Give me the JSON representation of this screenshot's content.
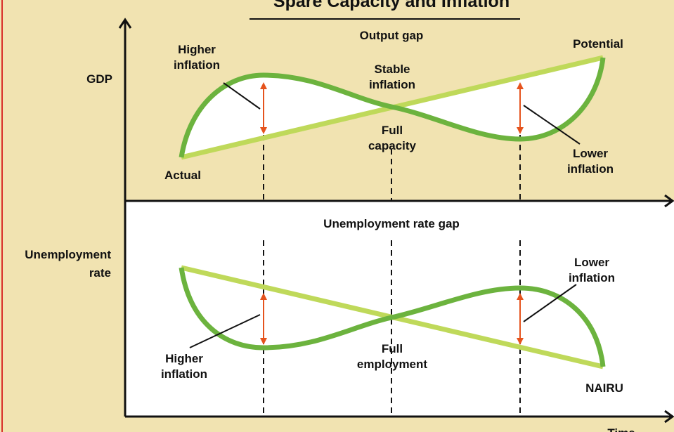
{
  "title": "Spare Capacity and Inflation",
  "colors": {
    "background": "#f1e3b1",
    "actual_curve": "#6cb33e",
    "potential_line": "#bfd95a",
    "gap_arrow": "#e5531d",
    "panel": "#ffffff"
  },
  "top_panel": {
    "heading": "Output gap",
    "y_axis_label": "GDP",
    "labels": {
      "higher_inflation_1": "Higher",
      "higher_inflation_2": "inflation",
      "stable_inflation_1": "Stable",
      "stable_inflation_2": "inflation",
      "full_capacity_1": "Full",
      "full_capacity_2": "capacity",
      "lower_inflation_1": "Lower",
      "lower_inflation_2": "inflation",
      "potential": "Potential",
      "actual": "Actual"
    }
  },
  "bottom_panel": {
    "heading": "Unemployment rate gap",
    "y_axis_label_1": "Unemployment",
    "y_axis_label_2": "rate",
    "labels": {
      "higher_inflation_1": "Higher",
      "higher_inflation_2": "inflation",
      "full_employment_1": "Full",
      "full_employment_2": "employment",
      "lower_inflation_1": "Lower",
      "lower_inflation_2": "inflation",
      "nairu": "NAIRU"
    }
  },
  "x_axis_label": "Time"
}
